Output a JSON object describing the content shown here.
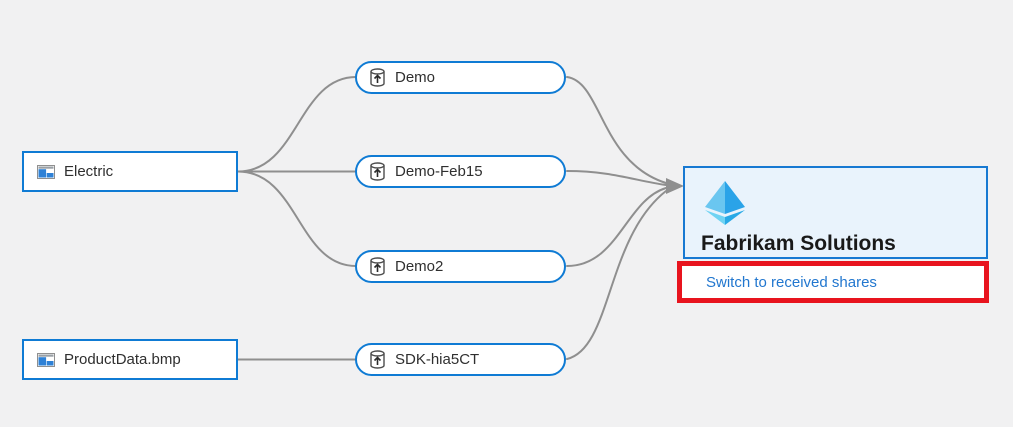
{
  "diagram": {
    "datasets": [
      {
        "label": "Electric"
      },
      {
        "label": "ProductData.bmp"
      }
    ],
    "sent_shares": [
      {
        "label": "Demo"
      },
      {
        "label": "Demo-Feb15"
      },
      {
        "label": "Demo2"
      },
      {
        "label": "SDK-hia5CT"
      }
    ],
    "consumer": {
      "name": "Fabrikam Solutions",
      "switch_link": "Switch to received shares"
    },
    "colors": {
      "background": "#f1f1f2",
      "node_border": "#0f7bd4",
      "edge": "#8f8f8f",
      "consumer_fill": "#e9f3fc",
      "consumer_border": "#1779d2",
      "highlight_border": "#e8141e",
      "link_text": "#2277cf",
      "title_text": "#191919"
    }
  }
}
